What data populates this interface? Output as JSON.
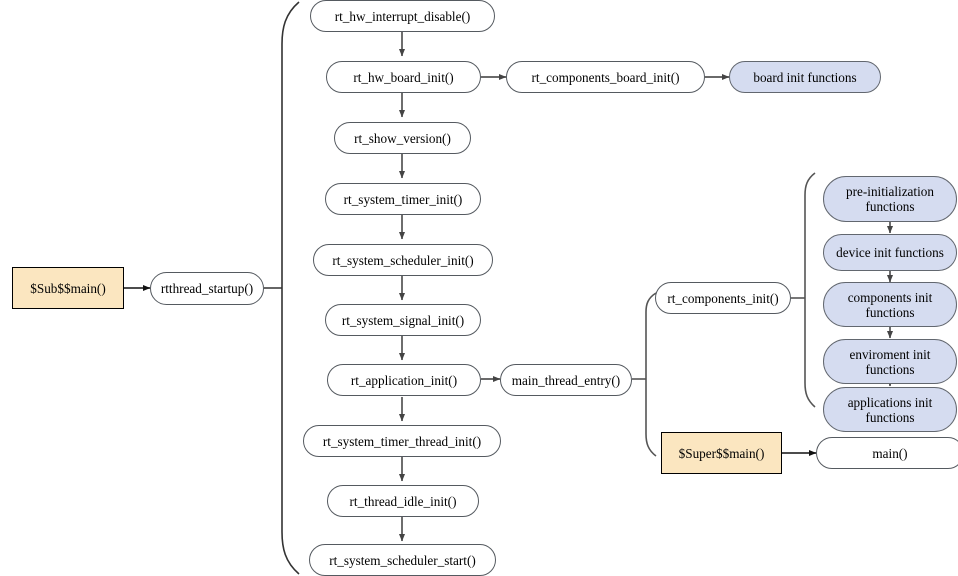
{
  "diagram": {
    "title": "RT-Thread startup sequence flowchart",
    "colors": {
      "node_fill": "#ffffff",
      "node_stroke": "#555a60",
      "blue_fill": "#d5dcf0",
      "blue_stroke": "#62676f",
      "cream_fill": "#fbe6c0",
      "cream_stroke": "#000000",
      "edge": "#555555",
      "brace": "#333333"
    },
    "entry": {
      "sub_main": "$Sub$$main()",
      "rtthread_startup": "rtthread_startup()"
    },
    "startup_sequence": [
      "rt_hw_interrupt_disable()",
      "rt_hw_board_init()",
      "rt_show_version()",
      "rt_system_timer_init()",
      "rt_system_scheduler_init()",
      "rt_system_signal_init()",
      "rt_application_init()",
      "rt_system_timer_thread_init()",
      "rt_thread_idle_init()",
      "rt_system_scheduler_start()"
    ],
    "board_branch": {
      "components_board_init": "rt_components_board_init()",
      "board_init_functions": "board init functions"
    },
    "main_branch": {
      "main_thread_entry": "main_thread_entry()",
      "components_init": "rt_components_init()",
      "super_main": "$Super$$main()",
      "main": "main()"
    },
    "init_functions": [
      "pre-initialization functions",
      "device init functions",
      "components init functions",
      "enviroment init functions",
      "applications init functions"
    ]
  }
}
